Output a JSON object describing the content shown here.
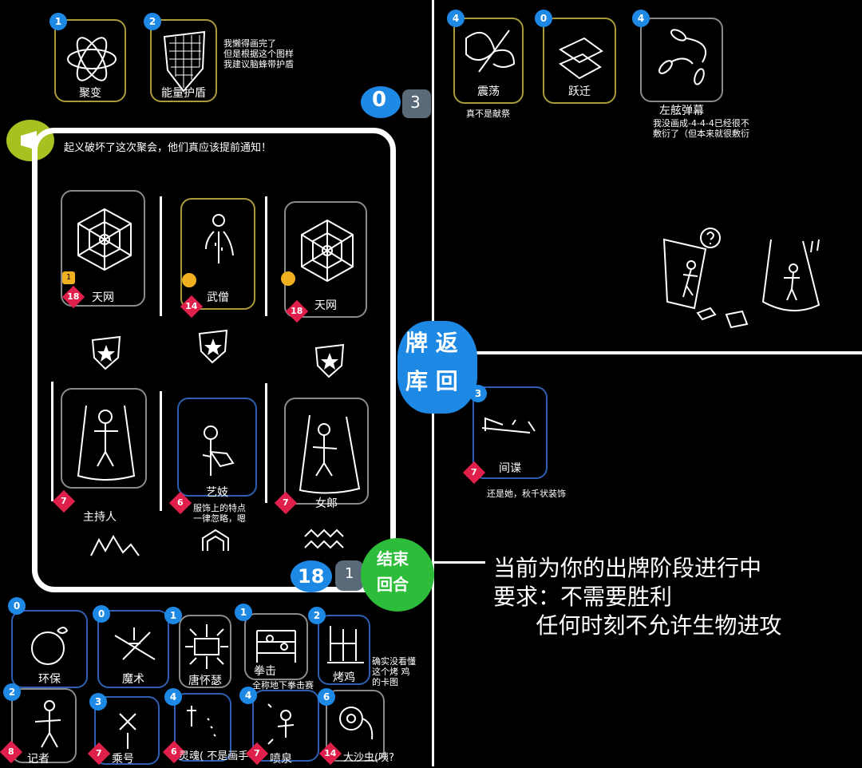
{
  "top_left_cards": [
    {
      "name": "聚变",
      "cost": "1"
    },
    {
      "name": "能量护盾",
      "cost": "2"
    }
  ],
  "top_note": "我懒得画完了\n但是根据这个图样\n我建议脑蜂带护盾",
  "score": {
    "left": "0",
    "right": "3"
  },
  "top_right_cards": [
    {
      "name": "震荡",
      "cost": "4",
      "note": "真不是献祭"
    },
    {
      "name": "跃迁",
      "cost": "0",
      "note": ""
    },
    {
      "name": "左舷弹幕",
      "cost": "4",
      "note": "我没画成-4-4-4已经很不\n敷衍了（但本来就很敷衍"
    }
  ],
  "event_text": "起义破坏了这次聚会，他们真应该提前通知！",
  "board_top": [
    {
      "name": "天网",
      "hp": "18",
      "badge": "1"
    },
    {
      "name": "武僧",
      "hp": "14",
      "badge": ""
    },
    {
      "name": "天网",
      "hp": "18",
      "badge": ""
    }
  ],
  "board_bottom": [
    {
      "name": "主持人",
      "hp": "7",
      "note": ""
    },
    {
      "name": "艺妓",
      "hp": "6",
      "note": "服饰上的特点\n一律忽略，嗯"
    },
    {
      "name": "女郎",
      "hp": "7",
      "note": ""
    }
  ],
  "deck_return": {
    "line1": "牌 返",
    "line2": "库 回"
  },
  "spy_card": {
    "name": "间谍",
    "cost": "3",
    "hp": "7",
    "note": "还是她，秋千状装饰"
  },
  "counters": {
    "deck": "18",
    "hand": "1"
  },
  "end_turn": {
    "line1": "结束",
    "line2": "回合"
  },
  "phase_text": "当前为你的出牌阶段进行中\n要求：不需要胜利\n      任何时刻不允许生物进攻",
  "hand_row1": [
    {
      "name": "环保",
      "cost": "0"
    },
    {
      "name": "魔术",
      "cost": "0"
    },
    {
      "name": "唐怀瑟",
      "cost": "1"
    },
    {
      "name": "拳击",
      "cost": "1",
      "note": "全称地下拳击赛"
    },
    {
      "name": "烤鸡",
      "cost": "2",
      "note": "确实没看懂\n这个烤 鸡\n的卡图"
    }
  ],
  "hand_row2": [
    {
      "name": "记者",
      "cost": "2",
      "hp": "8"
    },
    {
      "name": "乘号",
      "cost": "3",
      "hp": "7"
    },
    {
      "name": "灵魂( 不是画手",
      "cost": "4",
      "hp": "6"
    },
    {
      "name": "喷泉",
      "cost": "4",
      "hp": "7"
    },
    {
      "name": "大沙虫(咦?",
      "cost": "6",
      "hp": "14"
    }
  ]
}
